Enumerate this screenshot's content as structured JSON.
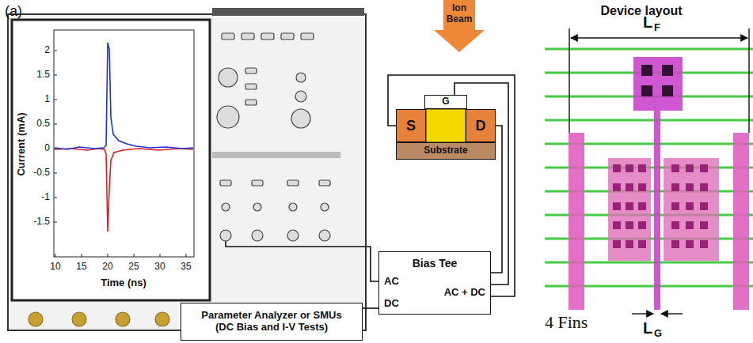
{
  "diagram": {
    "nodes": [
      {
        "text": [
          "Ion Beam"
        ]
      },
      {
        "text": [
          "G"
        ]
      },
      {
        "text": [
          "S"
        ]
      },
      {
        "text": [
          "D"
        ]
      },
      {
        "text": [
          "Substrate"
        ]
      },
      {
        "text": [
          "Bias Tee",
          "AC",
          "DC",
          "AC + DC"
        ]
      },
      {
        "text": [
          "Parameter Analyzer or SMUs",
          "(DC Bias and I-V Tests)"
        ]
      }
    ],
    "edges": [
      {
        "from": 6,
        "to": 5,
        "arrow": "none"
      },
      {
        "from": 5,
        "to": 1,
        "arrow": "none"
      },
      {
        "from": 5,
        "to": 2,
        "arrow": "none"
      },
      {
        "from": 5,
        "to": 3,
        "arrow": "none"
      }
    ],
    "labels": [
      "(a)",
      "2",
      "1.5",
      "1",
      "0.5",
      "0",
      "-0.5",
      "-1",
      "-1.5",
      "10",
      "15",
      "20",
      "25",
      "30",
      "35",
      "Current (mA)",
      "Time (ns)",
      "Device layout",
      "L",
      "F",
      "4 Fins",
      "L",
      "G"
    ]
  }
}
